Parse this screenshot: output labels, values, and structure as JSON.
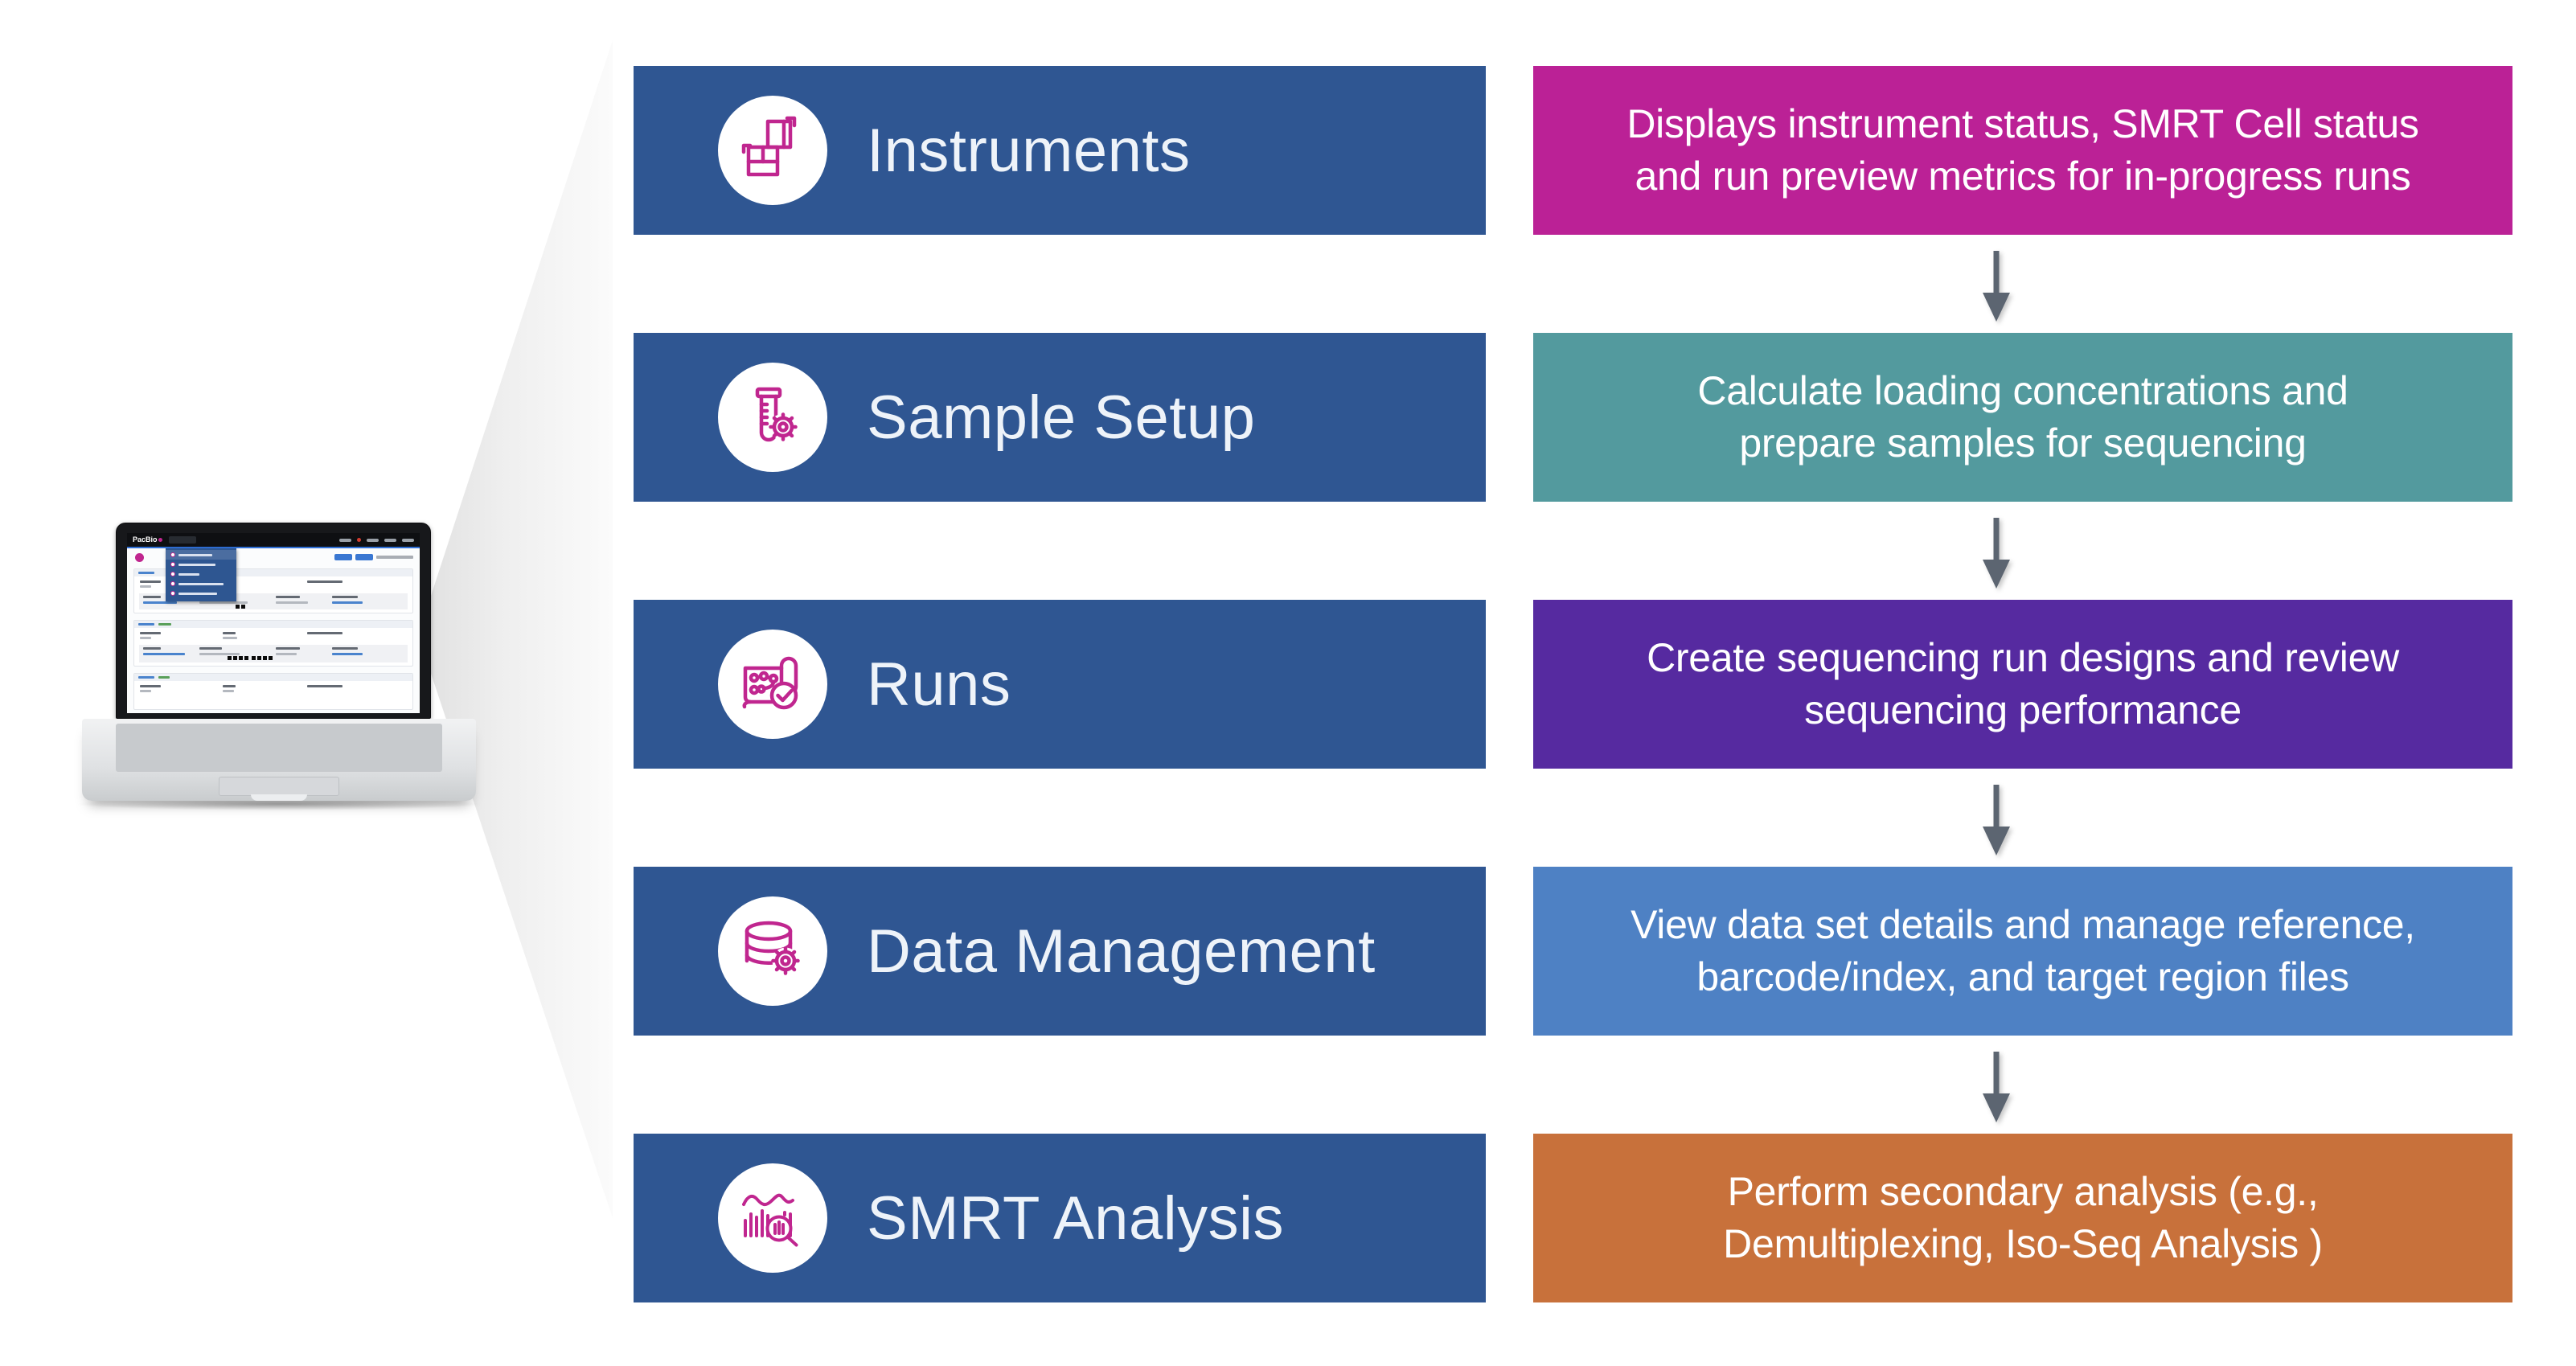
{
  "theme": {
    "module_box_color": "#2f5692",
    "icon_color": "#c0268f",
    "arrow_color": "#5c6571",
    "label_text_color": "#eef3f9"
  },
  "laptop": {
    "brand": "PacBio"
  },
  "modules": [
    {
      "label": "Instruments",
      "desc_color": "#bb2196",
      "description": "Displays instrument status, SMRT Cell status\nand run preview metrics for in-progress runs"
    },
    {
      "label": "Sample Setup",
      "desc_color": "#539a9e",
      "description": "Calculate loading concentrations and\nprepare samples for sequencing"
    },
    {
      "label": "Runs",
      "desc_color": "#562aa0",
      "description": "Create sequencing run designs and review\nsequencing performance"
    },
    {
      "label": "Data Management",
      "desc_color": "#4e81c4",
      "description": "View data set details and manage reference,\nbarcode/index, and target region files"
    },
    {
      "label": "SMRT Analysis",
      "desc_color": "#c8713b",
      "description": "Perform secondary analysis (e.g.,\nDemultiplexing, Iso-Seq Analysis )"
    }
  ]
}
